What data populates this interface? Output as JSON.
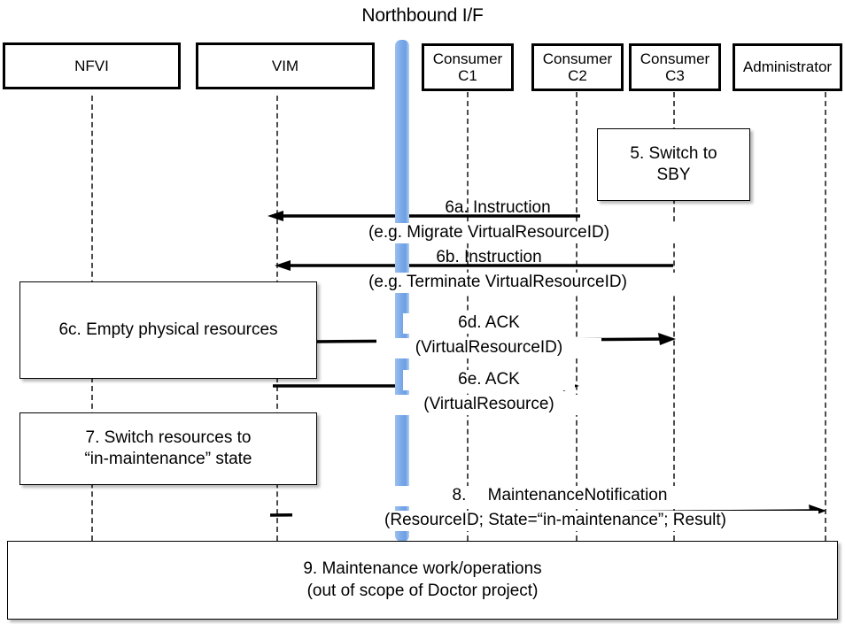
{
  "diagram": {
    "title": "Northbound I/F",
    "type": "uml-sequence-diagram"
  },
  "actors": [
    {
      "id": "nfvi",
      "label": "NFVI"
    },
    {
      "id": "vim",
      "label": "VIM"
    },
    {
      "id": "c1",
      "label": "Consumer\nC1"
    },
    {
      "id": "c2",
      "label": "Consumer\nC2"
    },
    {
      "id": "c3",
      "label": "Consumer\nC3"
    },
    {
      "id": "admin",
      "label": "Administrator"
    }
  ],
  "notes": [
    {
      "id": "note5",
      "label": "5. Switch to\nSBY"
    },
    {
      "id": "note6c",
      "label": "6c. Empty physical resources"
    },
    {
      "id": "note7",
      "label": "7. Switch resources to\n“in-maintenance” state"
    },
    {
      "id": "note9",
      "label": "9. Maintenance work/operations\n(out of scope of Doctor project)"
    }
  ],
  "messages": [
    {
      "id": "m6a",
      "line1": "6a. Instruction",
      "line2": "(e.g. Migrate VirtualResourceID)",
      "from": "c2",
      "to": "vim",
      "direction": "right-to-left"
    },
    {
      "id": "m6b",
      "line1": "6b. Instruction",
      "line2": "(e.g. Terminate VirtualResourceID)",
      "from": "c3",
      "to": "vim",
      "direction": "right-to-left"
    },
    {
      "id": "m6d",
      "line1": "6d. ACK",
      "line2": "(VirtualResourceID)",
      "from": "vim",
      "to": "c3",
      "direction": "left-to-right"
    },
    {
      "id": "m6e",
      "line1": "6e. ACK",
      "line2": "(VirtualResource)",
      "from": "vim",
      "to": "c2",
      "direction": "left-to-right"
    },
    {
      "id": "m8",
      "line1": "8.  MaintenanceNotification",
      "line2": "(ResourceID; State=“in-maintenance”; Result)",
      "from": "vim",
      "to": "admin",
      "direction": "left-to-right"
    }
  ],
  "colors": {
    "nbi_bar": "#7aa9e8",
    "line": "#000000",
    "lifeline": "#4d4d4d",
    "background": "#ffffff"
  }
}
